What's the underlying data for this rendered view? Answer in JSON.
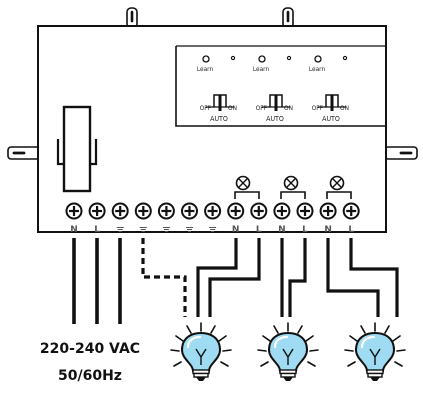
{
  "module": {
    "channels": [
      {
        "learn_label": "Learn",
        "switch_off": "OFF",
        "switch_on": "ON",
        "switch_auto": "AUTO"
      },
      {
        "learn_label": "Learn",
        "switch_off": "OFF",
        "switch_on": "ON",
        "switch_auto": "AUTO"
      },
      {
        "learn_label": "Learn",
        "switch_off": "OFF",
        "switch_on": "ON",
        "switch_auto": "AUTO"
      }
    ]
  },
  "terminals": [
    "N",
    "L",
    "⏚",
    "⏚",
    "⏚",
    "⏚",
    "⏚",
    "N",
    "L",
    "N",
    "L",
    "N",
    "L"
  ],
  "supply": {
    "line1": "220-240 VAC",
    "line2": "50/60Hz"
  },
  "colors": {
    "outline": "#111111",
    "bulb_fill": "#9fdcf3",
    "bulb_glow": "#ffffff"
  },
  "icons": [
    "indicator-lamp-icon",
    "light-bulb-icon",
    "ground-symbol-icon",
    "screw-terminal-icon"
  ]
}
